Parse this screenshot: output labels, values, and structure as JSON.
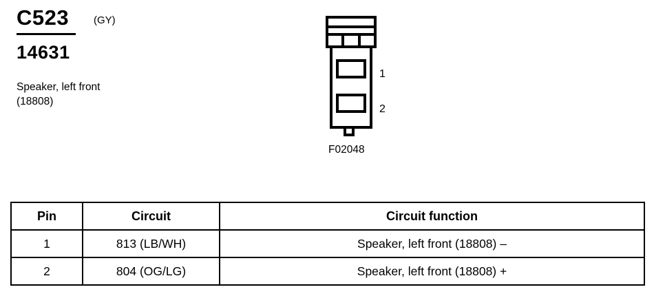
{
  "header": {
    "connector_id": "C523",
    "connector_color": "(GY)",
    "part_number": "14631",
    "component_description": "Speaker, left front\n(18808)"
  },
  "figure": {
    "caption": "F02048",
    "pin_callouts": [
      "1",
      "2"
    ],
    "terminal_count": 2
  },
  "table": {
    "headers": {
      "pin": "Pin",
      "circuit": "Circuit",
      "function": "Circuit function"
    },
    "rows": [
      {
        "pin": "1",
        "circuit": "813 (LB/WH)",
        "function": "Speaker, left front (18808) –"
      },
      {
        "pin": "2",
        "circuit": "804 (OG/LG)",
        "function": "Speaker, left front (18808) +"
      }
    ]
  },
  "colors": {
    "ink": "#000000",
    "background": "#ffffff"
  }
}
